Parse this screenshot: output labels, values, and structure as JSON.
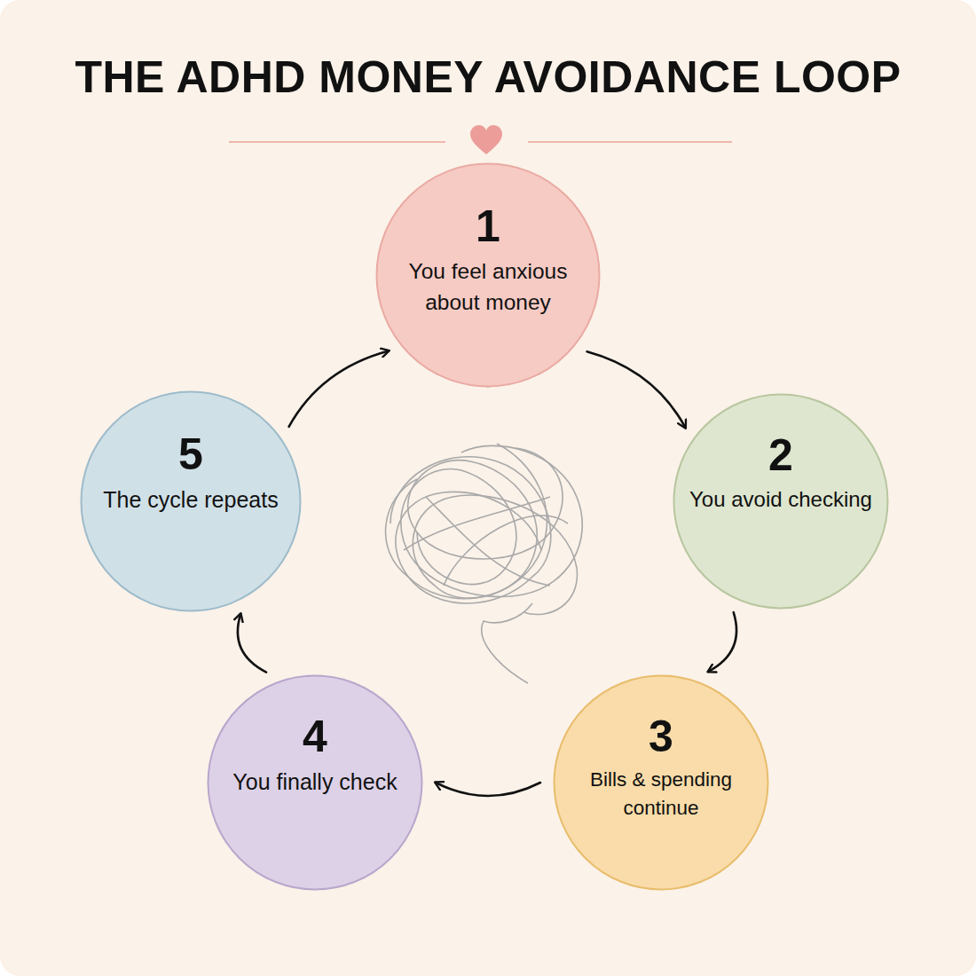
{
  "diagram": {
    "title": "THE ADHD MONEY AVOIDANCE LOOP",
    "nodes": [
      {
        "text": [
          "1",
          "You feel anxious about money"
        ]
      },
      {
        "text": [
          "2",
          "You avoid checking"
        ]
      },
      {
        "text": [
          "3",
          "Bills & spending continue"
        ]
      },
      {
        "text": [
          "4",
          "You finally check"
        ]
      },
      {
        "text": [
          "5",
          "The cycle repeats"
        ]
      }
    ],
    "edges": [
      {
        "from": 0,
        "to": 1,
        "arrow": "to"
      },
      {
        "from": 1,
        "to": 2,
        "arrow": "to"
      },
      {
        "from": 2,
        "to": 3,
        "arrow": "to"
      },
      {
        "from": 3,
        "to": 4,
        "arrow": "to"
      },
      {
        "from": 4,
        "to": 0,
        "arrow": "to"
      }
    ]
  }
}
